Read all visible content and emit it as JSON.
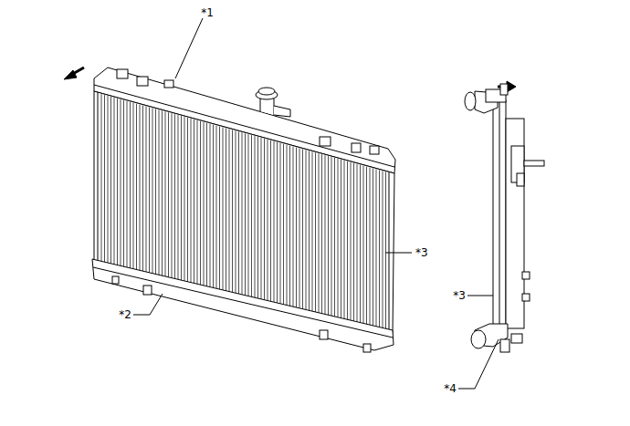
{
  "diagram": {
    "labels": [
      "*1",
      "*2",
      "*3",
      "*3",
      "*4"
    ]
  }
}
